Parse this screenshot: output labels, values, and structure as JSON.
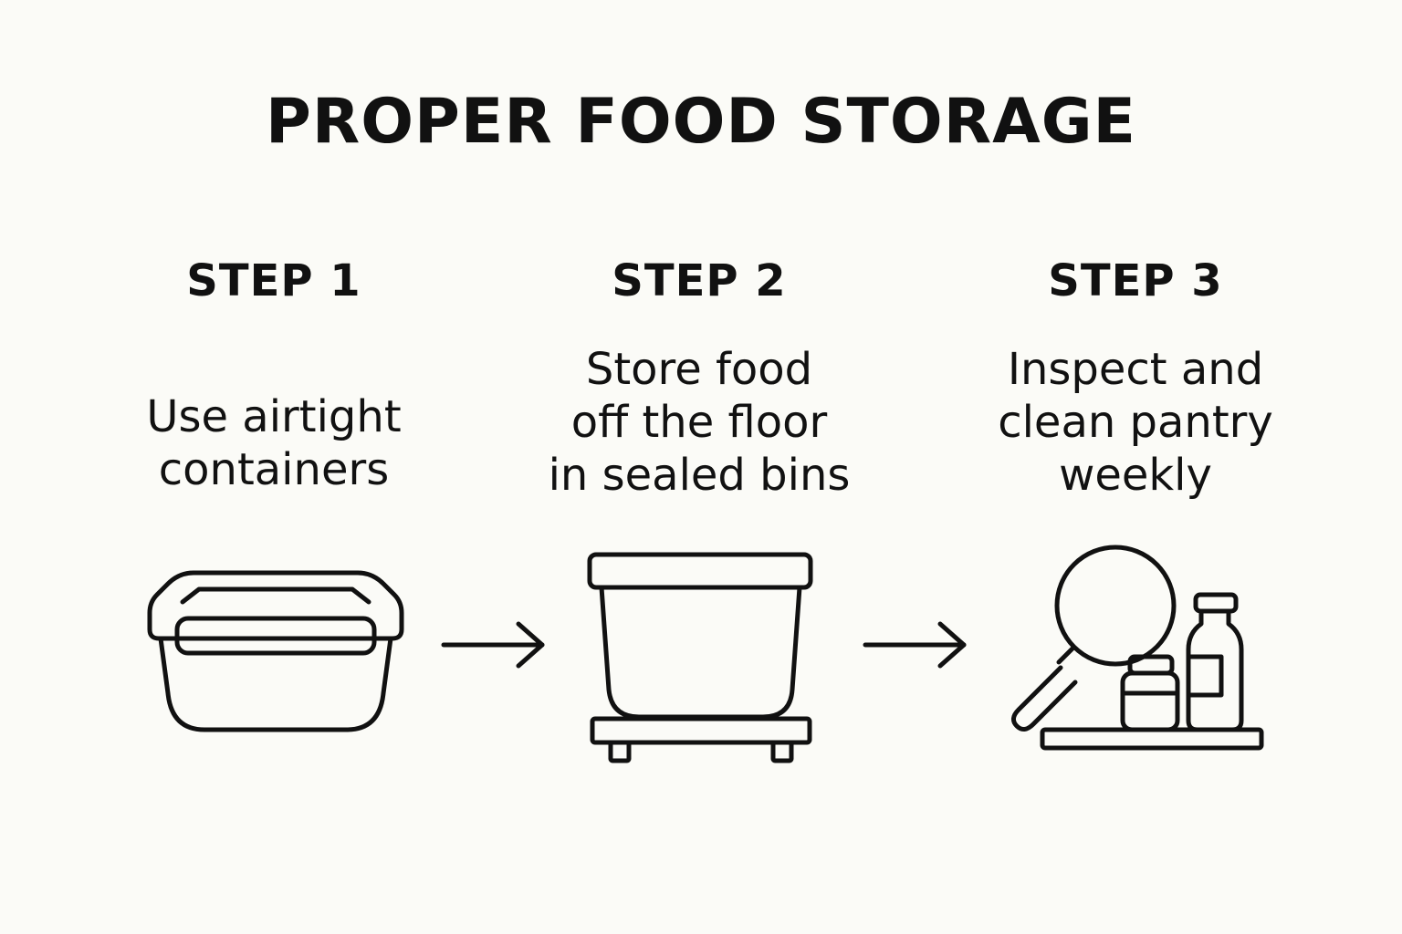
{
  "title": "PROPER FOOD STORAGE",
  "steps": [
    {
      "label": "STEP 1",
      "description": [
        "Use airtight",
        "containers"
      ],
      "icon": "airtight-container-icon"
    },
    {
      "label": "STEP 2",
      "description": [
        "Store food",
        "off the floor",
        "in sealed bins"
      ],
      "icon": "raised-sealed-bin-icon"
    },
    {
      "label": "STEP 3",
      "description": [
        "Inspect and",
        "clean pantry",
        "weekly"
      ],
      "icon": "magnifier-pantry-shelf-icon"
    }
  ],
  "connectors": [
    "arrow-right-icon",
    "arrow-right-icon"
  ],
  "colors": {
    "background": "#fbfbf7",
    "ink": "#111111"
  }
}
